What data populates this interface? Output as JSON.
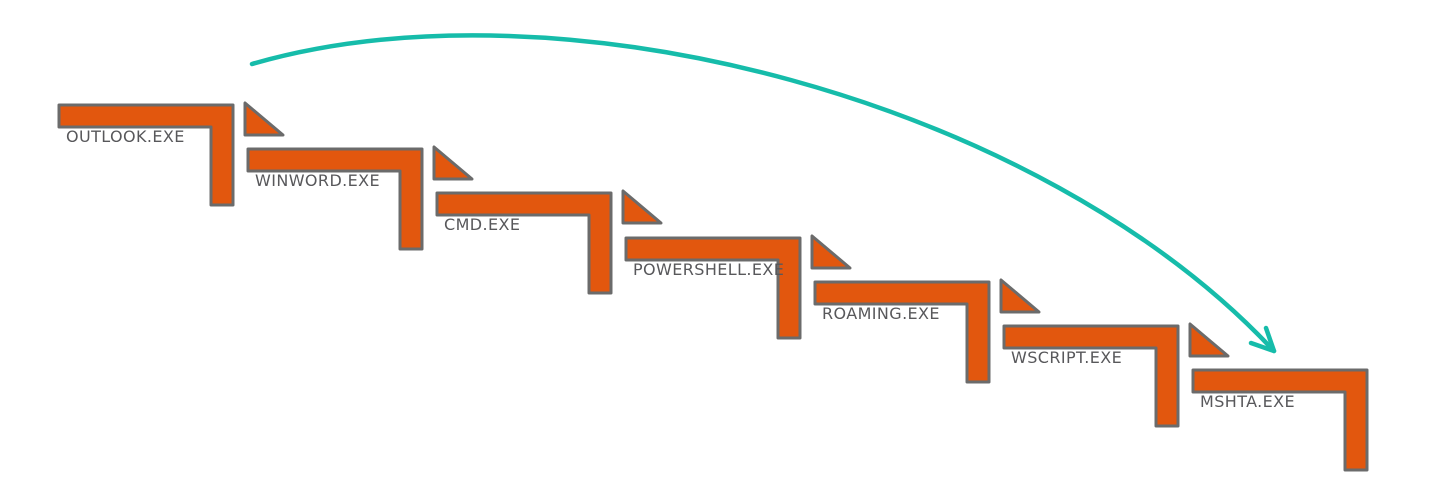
{
  "diagram": {
    "background": "#ffffff",
    "colors": {
      "process_fill": "#e2570e",
      "process_border": "#6b6b6b",
      "label_text": "#58585b",
      "arrow": "#16bcaa"
    },
    "processes": [
      {
        "label": "OUTLOOK.EXE"
      },
      {
        "label": "WINWORD.EXE"
      },
      {
        "label": "CMD.EXE"
      },
      {
        "label": "POWERSHELL.EXE"
      },
      {
        "label": "ROAMING.EXE"
      },
      {
        "label": "WSCRIPT.EXE"
      },
      {
        "label": "MSHTA.EXE"
      }
    ],
    "spawn_marker": "triangle",
    "arrow_link": {
      "from": "OUTLOOK.EXE",
      "to": "MSHTA.EXE"
    }
  }
}
